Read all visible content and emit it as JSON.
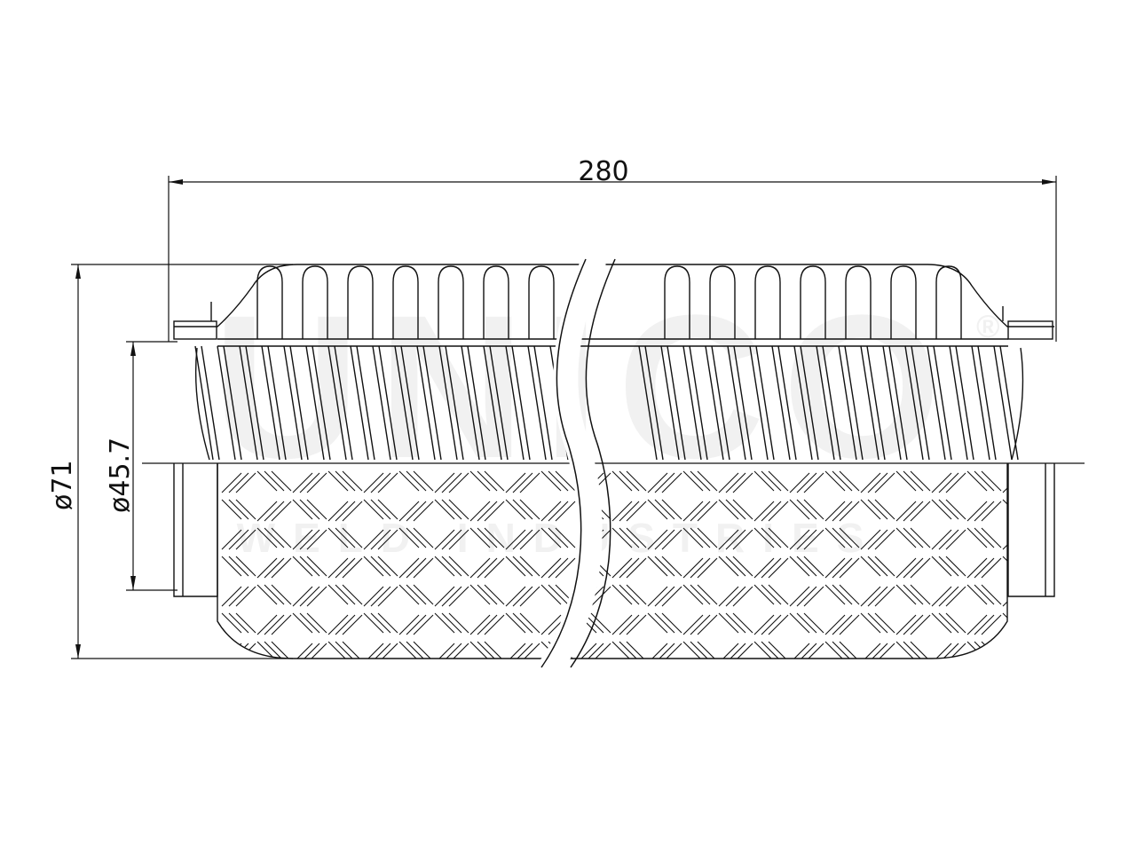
{
  "drawing": {
    "length_label": "280",
    "outer_diameter_label": "ø71",
    "inner_diameter_label": "ø45.7",
    "watermark_main": "UNICO",
    "watermark_sub": "WELD INDUSTRIES",
    "watermark_mark": "®"
  },
  "colors": {
    "line": "#111111",
    "watermark": "#f1f1f1",
    "background": "#ffffff"
  }
}
